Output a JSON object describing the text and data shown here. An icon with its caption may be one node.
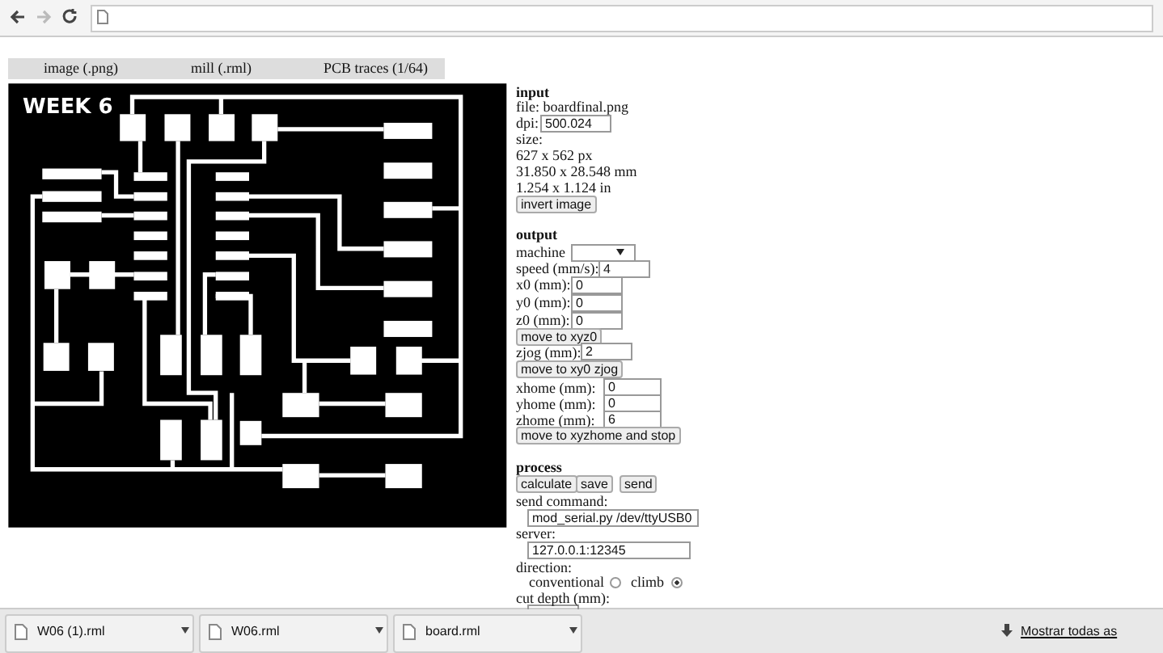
{
  "diagram": {
    "labels": [
      "image (.png)",
      "mill (.rml)",
      "PCB traces (1/64)",
      "WEEK 6",
      "input",
      "file: boardfinal.png",
      "dpi:",
      "500.024",
      "size:",
      "627 x 562 px",
      "31.850 x 28.548 mm",
      "1.254 x 1.124 in",
      "invert image",
      "output",
      "machine",
      "speed (mm/s):",
      "4",
      "x0 (mm):",
      "0",
      "y0 (mm):",
      "0",
      "z0 (mm):",
      "0",
      "move to xyz0",
      "zjog (mm):",
      "2",
      "move to xy0 zjog",
      "xhome (mm):",
      "0",
      "yhome (mm):",
      "0",
      "zhome (mm):",
      "6",
      "move to xyzhome and stop",
      "process",
      "calculate",
      "save",
      "send",
      "send command:",
      "mod_serial.py /dev/ttyUSB0",
      "server:",
      "127.0.0.1:12345",
      "direction:",
      "conventional",
      "climb",
      "cut depth (mm):",
      "W06 (1).rml",
      "W06.rml",
      "board.rml",
      "Mostrar todas as"
    ]
  }
}
